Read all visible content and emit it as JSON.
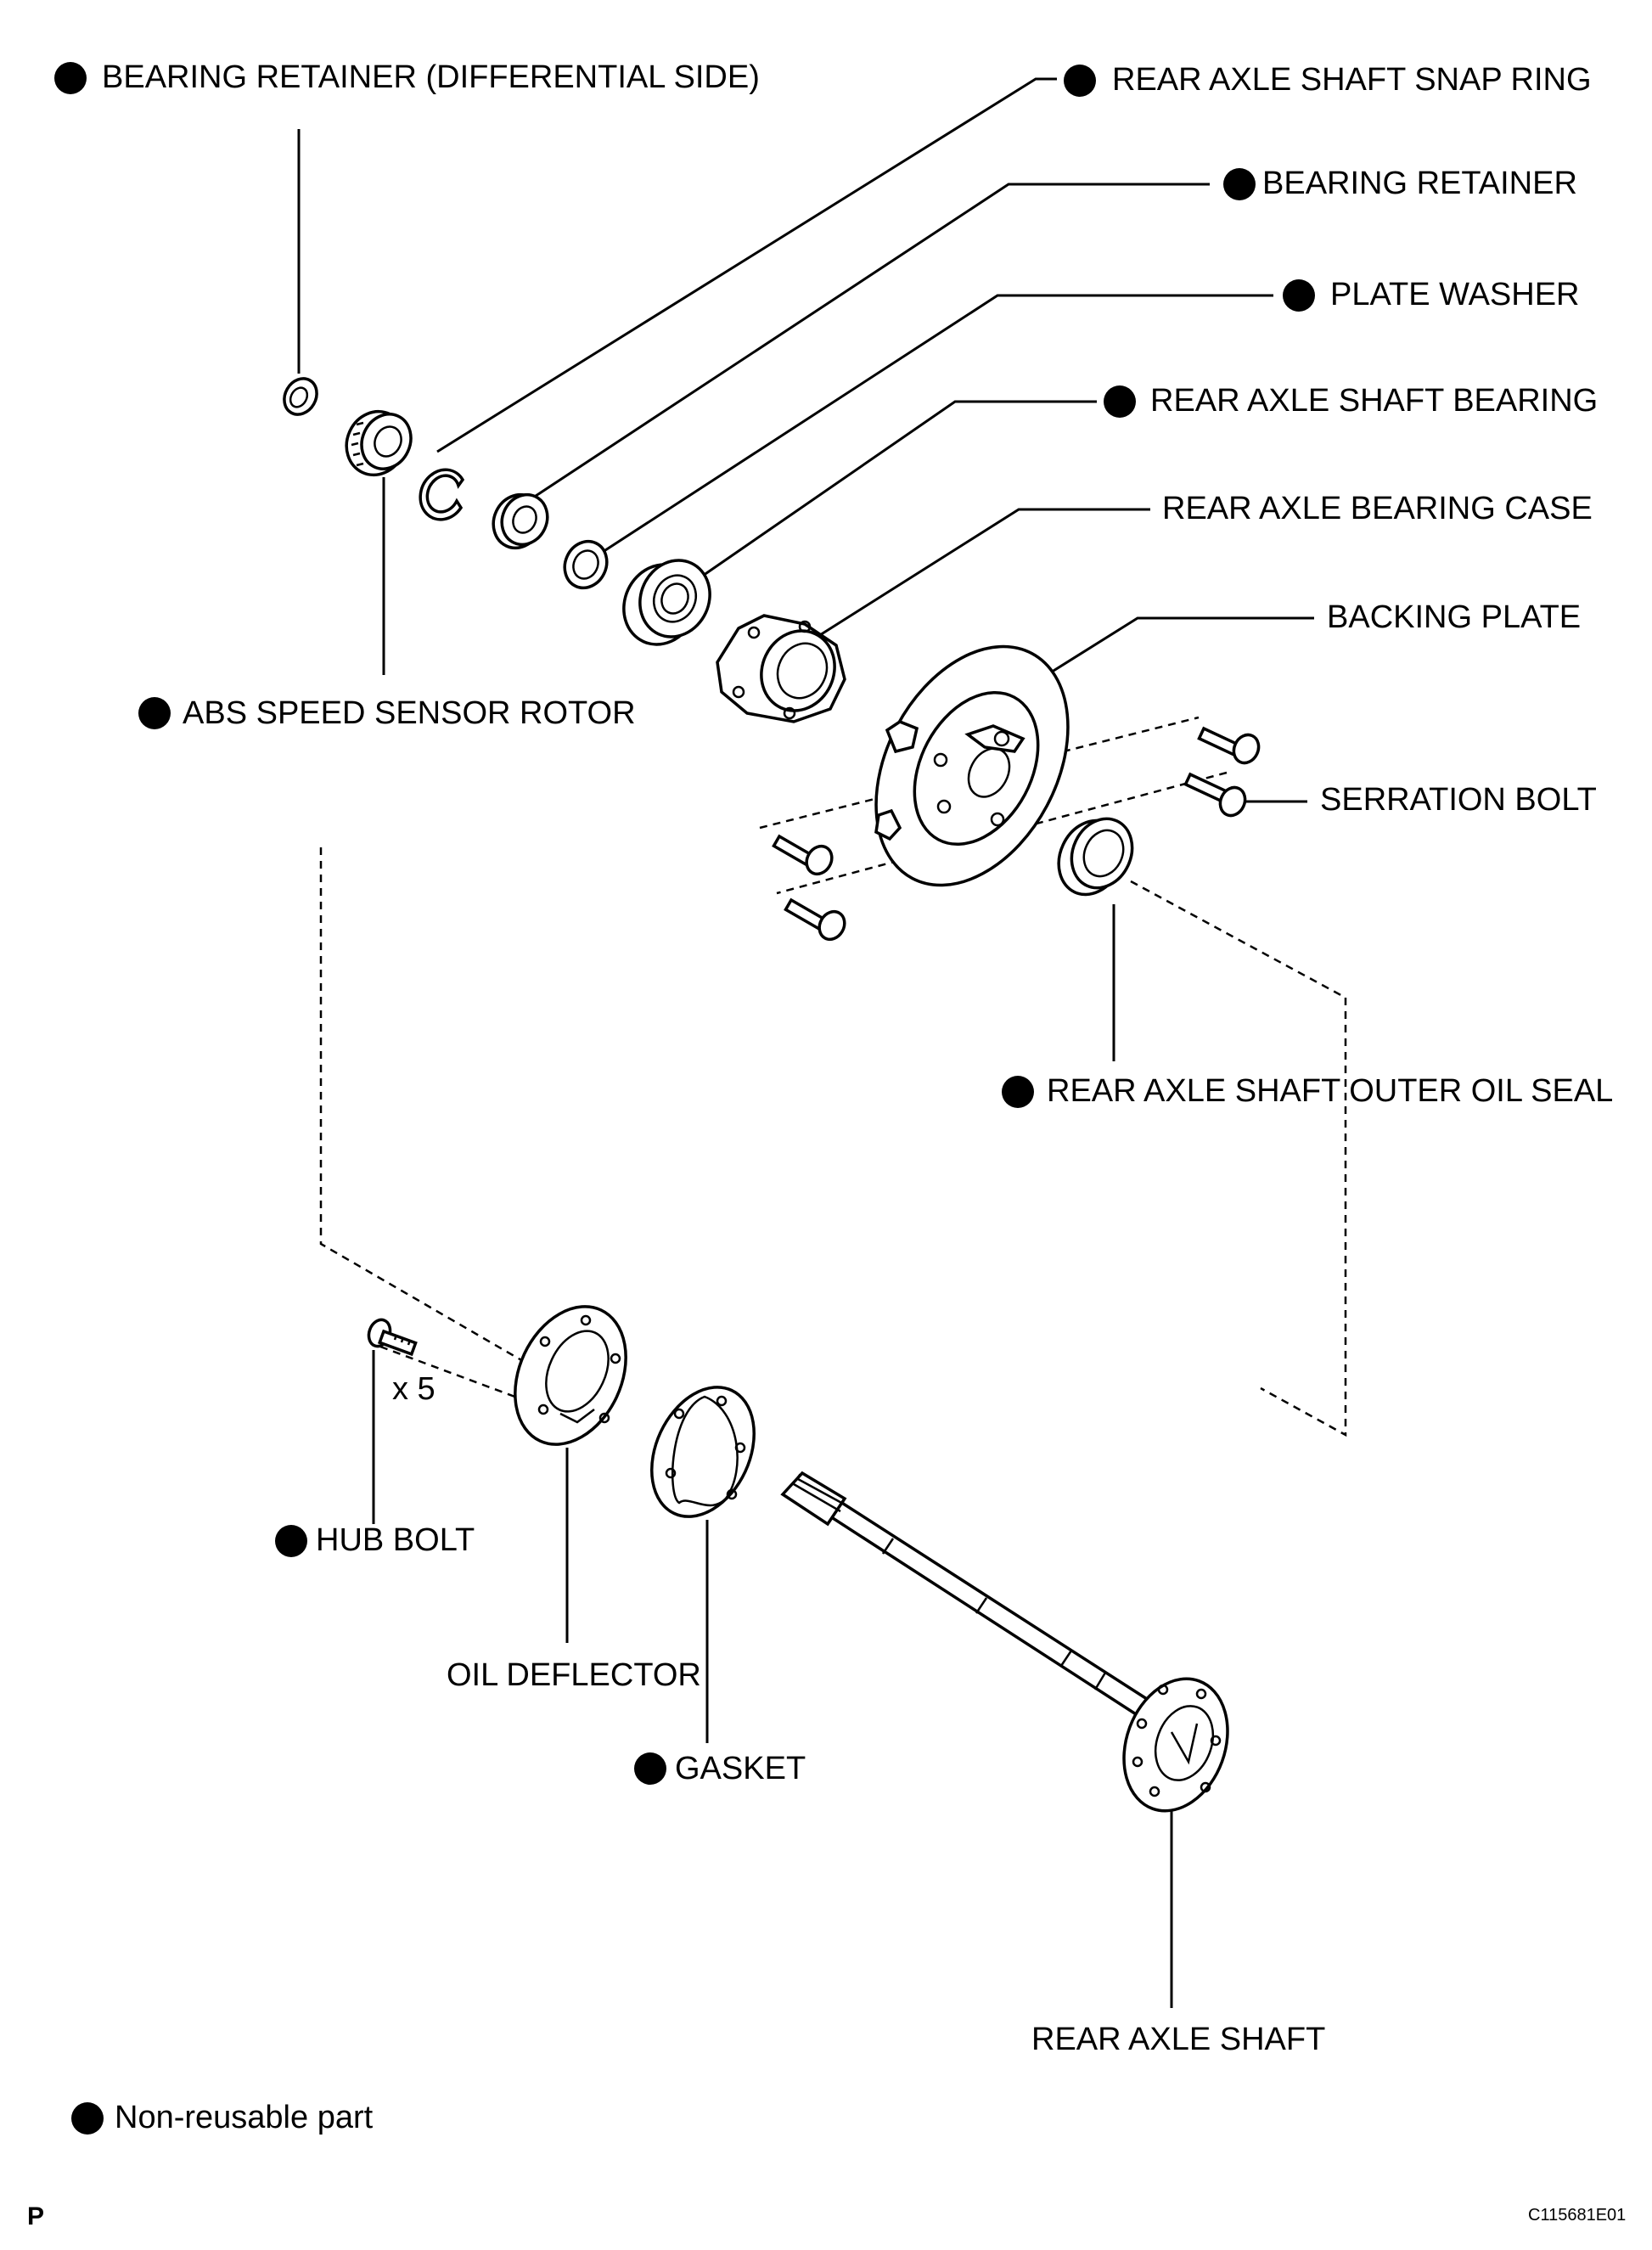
{
  "labels": {
    "bearing_retainer_diff": "BEARING RETAINER (DIFFERENTIAL SIDE)",
    "snap_ring": "REAR AXLE SHAFT SNAP RING",
    "bearing_retainer": "BEARING RETAINER",
    "plate_washer": "PLATE WASHER",
    "shaft_bearing": "REAR AXLE SHAFT BEARING",
    "bearing_case": "REAR AXLE BEARING CASE",
    "backing_plate": "BACKING PLATE",
    "abs_rotor": "ABS SPEED SENSOR ROTOR",
    "serration_bolt": "SERRATION BOLT",
    "outer_oil_seal": "REAR AXLE SHAFT OUTER OIL SEAL",
    "hub_bolt": "HUB BOLT",
    "hub_bolt_qty": "x 5",
    "oil_deflector": "OIL DEFLECTOR",
    "gasket": "GASKET",
    "rear_axle_shaft": "REAR AXLE SHAFT"
  },
  "legend": {
    "text": "Non-reusable part",
    "symbol": "filled-circle"
  },
  "footer": {
    "page_mark": "P",
    "figure_code": "C115681E01"
  },
  "colors": {
    "ink": "#000000",
    "background": "#ffffff"
  }
}
